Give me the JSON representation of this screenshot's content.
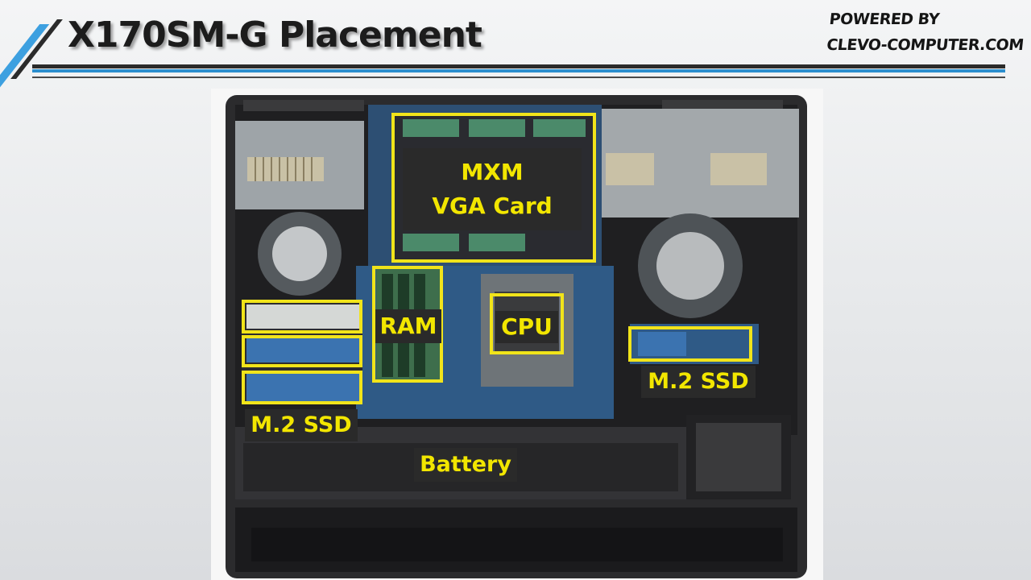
{
  "header": {
    "title": "X170SM-G Placement",
    "powered_by_line1": "POWERED BY",
    "powered_by_line2": "CLEVO-COMPUTER.COM"
  },
  "photo": {
    "labels": {
      "mxm_line1": "MXM",
      "mxm_line2": "VGA Card",
      "ram": "RAM",
      "cpu": "CPU",
      "ssd_left": "M.2 SSD",
      "ssd_right": "M.2 SSD",
      "battery": "Battery"
    }
  },
  "colors": {
    "highlight": "#f1e41a",
    "label_bg": "#2a2a2a",
    "accent_blue": "#2c8fce"
  }
}
